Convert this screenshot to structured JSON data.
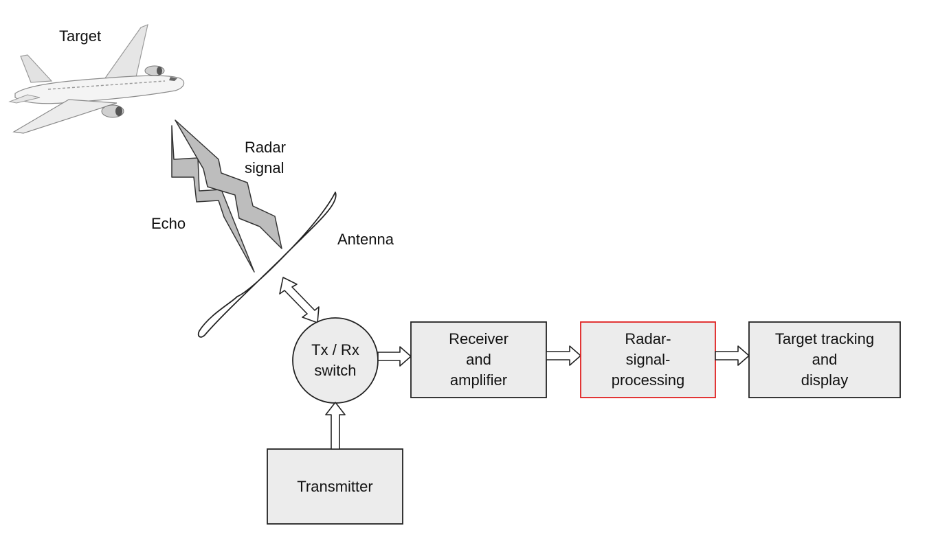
{
  "labels": {
    "target": "Target",
    "radar_signal": "Radar\nsignal",
    "echo": "Echo",
    "antenna": "Antenna"
  },
  "blocks": {
    "switch": "Tx / Rx\nswitch",
    "receiver": "Receiver\nand\namplifier",
    "processing": "Radar-\nsignal-\nprocessing",
    "tracking": "Target tracking\nand\ndisplay",
    "transmitter": "Transmitter"
  },
  "colors": {
    "block_fill": "#ececec",
    "block_stroke": "#222222",
    "highlight_stroke": "#e02020",
    "beam_fill": "#bdbdbd"
  },
  "icons": {
    "target": "airplane-icon",
    "antenna": "dish-antenna-icon"
  }
}
